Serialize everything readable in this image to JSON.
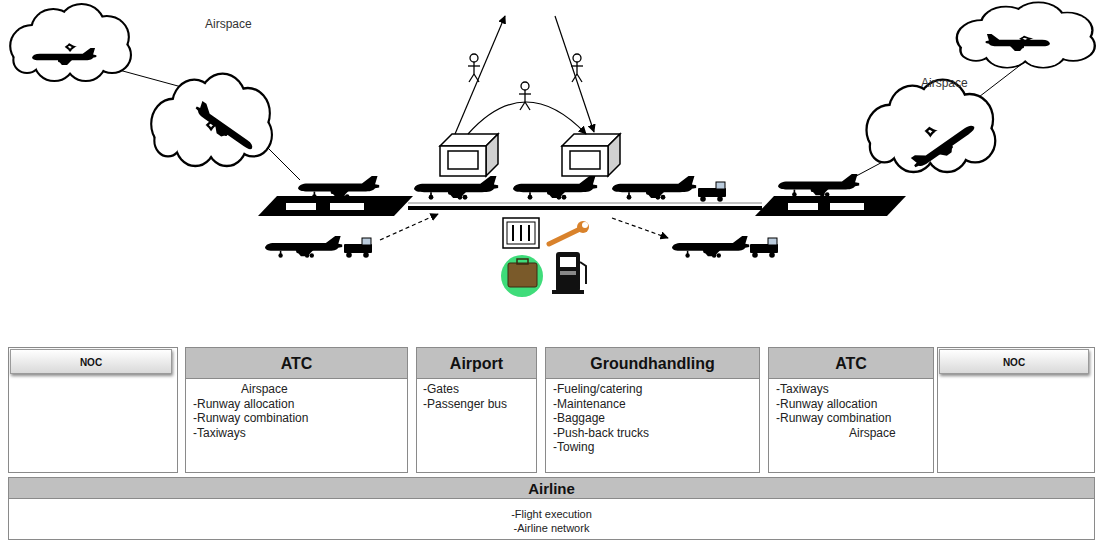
{
  "diagram": {
    "nodes": [
      {
        "text": [
          "NOC"
        ]
      },
      {
        "text": [
          "ATC",
          "Airspace",
          "-Runway allocation",
          "-Runway combination",
          "-Taxiways"
        ]
      },
      {
        "text": [
          "Airport",
          "-Gates",
          "-Passenger bus"
        ]
      },
      {
        "text": [
          "Groundhandling",
          "-Fueling/catering",
          "-Maintenance",
          "-Baggage",
          "-Push-back trucks",
          "-Towing"
        ]
      },
      {
        "text": [
          "ATC",
          "-Taxiways",
          "-Runway allocation",
          "-Runway combination",
          "Airspace"
        ]
      },
      {
        "text": [
          "NOC"
        ]
      },
      {
        "text": [
          "Airline",
          "-Flight execution",
          "-Airline network"
        ]
      }
    ],
    "labels": [
      "Airspace",
      "Airspace"
    ]
  }
}
